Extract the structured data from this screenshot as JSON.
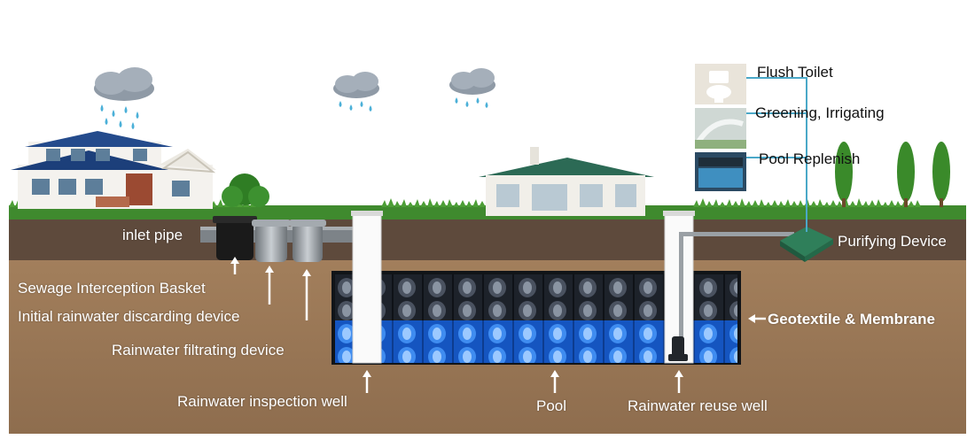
{
  "labels": {
    "inlet_pipe": "inlet pipe",
    "sewage_basket": "Sewage Interception Basket",
    "initial_discard": "Initial rainwater discarding device",
    "filtrating": "Rainwater filtrating device",
    "inspection_well": "Rainwater inspection well",
    "pool": "Pool",
    "reuse_well": "Rainwater reuse  well",
    "purifying": "Purifying Device",
    "geotextile": "Geotextile & Membrane"
  },
  "uses": [
    "Flush Toilet",
    "Greening, Irrigating",
    "Pool Replenish"
  ],
  "colors": {
    "soil": "#9c7a58",
    "topsoil": "#5e4a3c",
    "grass": "#3f8a2e",
    "water": "#1f6fd0",
    "module_dark": "#252a33",
    "purifier": "#2f7f5a"
  }
}
